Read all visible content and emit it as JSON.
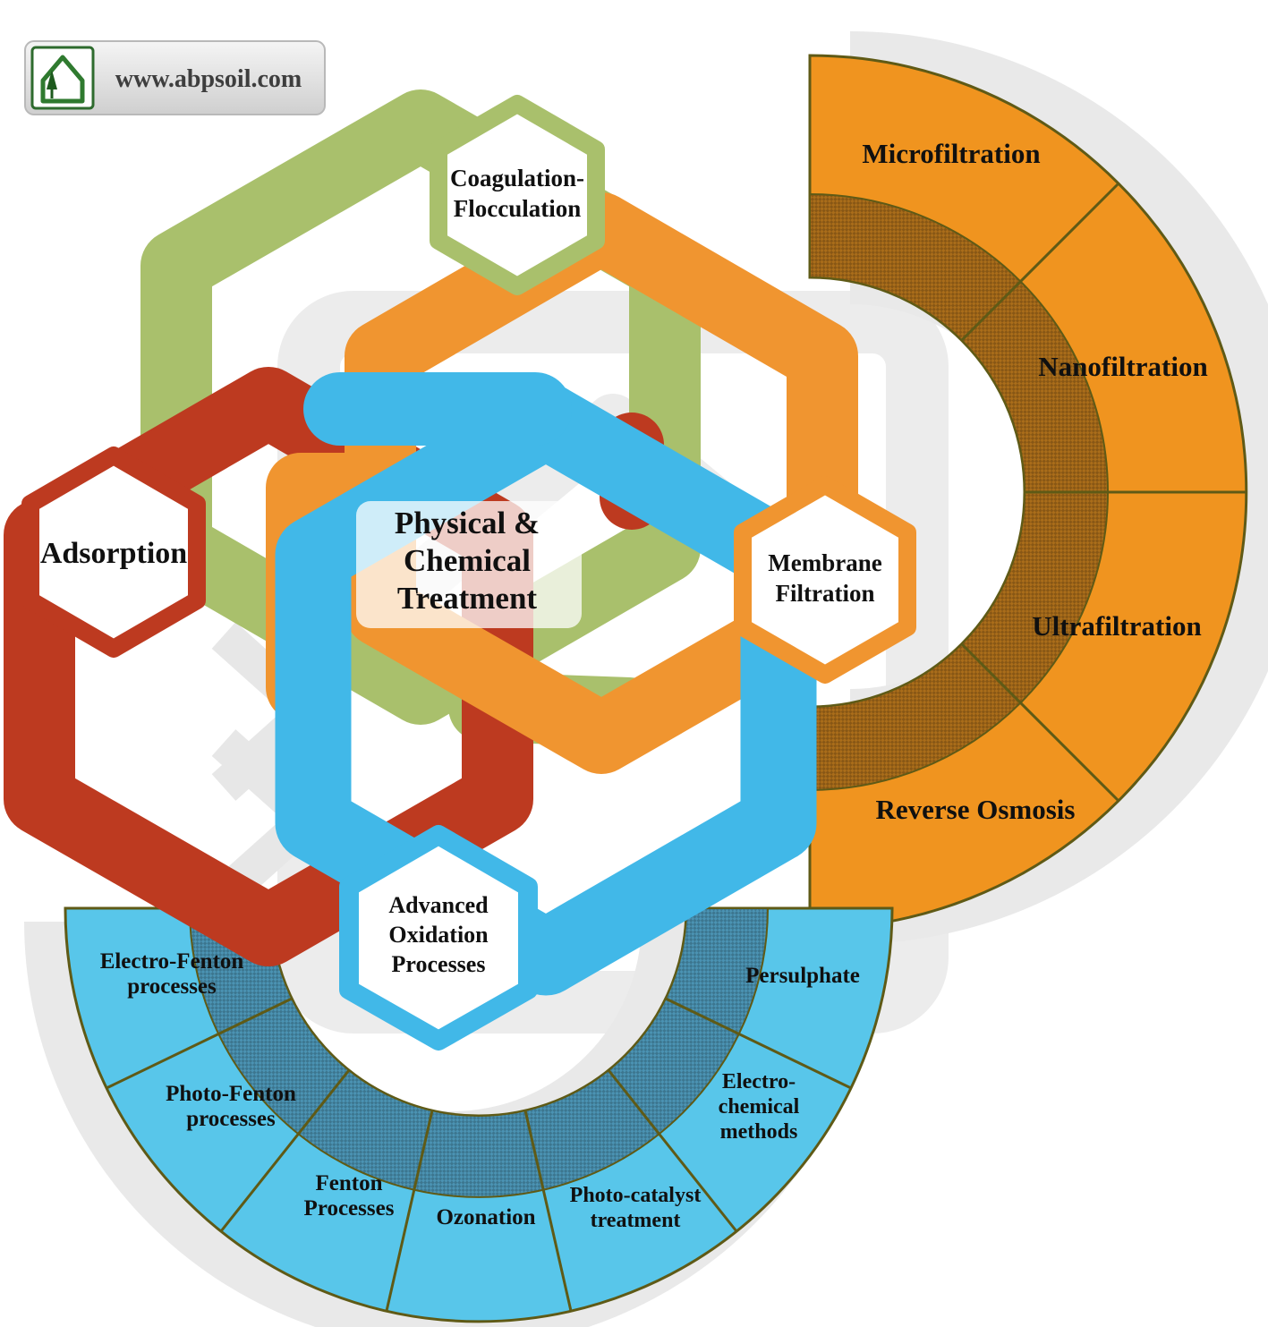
{
  "logo": {
    "text": "www.abpsoil.com"
  },
  "center_label": {
    "lines": [
      "Physical &",
      "Chemical",
      "Treatment"
    ]
  },
  "hexagons": [
    {
      "id": "coagulation-flocculation",
      "color": "#a9c06c",
      "lines": [
        "Coagulation-",
        "Flocculation"
      ]
    },
    {
      "id": "adsorption",
      "color": "#bd3a20",
      "lines": [
        "Adsorption"
      ]
    },
    {
      "id": "membrane-filtration",
      "color": "#f09530",
      "lines": [
        "Membrane",
        "Filtration"
      ]
    },
    {
      "id": "advanced-oxidation-processes",
      "color": "#41b8e8",
      "lines": [
        "Advanced",
        "Oxidation",
        "Processes"
      ]
    }
  ],
  "membrane_arc": {
    "color": "#f0941f",
    "band_color": "#aa6d1a",
    "outline_color": "#5f5a16",
    "segments": [
      {
        "lines": [
          "Microfiltration"
        ]
      },
      {
        "lines": [
          "Nanofiltration"
        ]
      },
      {
        "lines": [
          "Ultrafiltration"
        ]
      },
      {
        "lines": [
          "Reverse Osmosis"
        ]
      }
    ]
  },
  "aop_arc": {
    "color": "#58c6ea",
    "band_color": "#4b93b3",
    "outline_color": "#5f5a16",
    "segments": [
      {
        "lines": [
          "Electro-Fenton",
          "processes"
        ]
      },
      {
        "lines": [
          "Photo-Fenton",
          "processes"
        ]
      },
      {
        "lines": [
          "Fenton",
          "Processes"
        ]
      },
      {
        "lines": [
          "Ozonation"
        ]
      },
      {
        "lines": [
          "Photo-catalyst",
          "treatment"
        ]
      },
      {
        "lines": [
          "Electro-",
          "chemical",
          "methods"
        ]
      },
      {
        "lines": [
          "Persulphate"
        ]
      }
    ]
  }
}
